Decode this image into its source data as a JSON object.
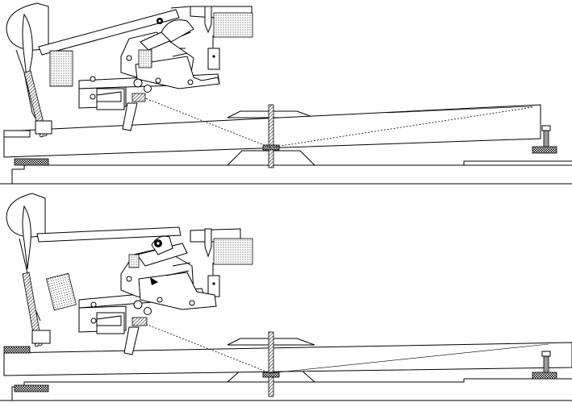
{
  "figure": {
    "subject": "piano-action",
    "panel_count": 2,
    "panels": [
      {
        "id": "upper",
        "state": "key-at-rest"
      },
      {
        "id": "lower",
        "state": "key-depressed"
      }
    ],
    "colors": {
      "line": "#000000",
      "fill": "#ffffff",
      "felt_stipple": "#000000",
      "metal_grey": "#9a9a9a"
    }
  }
}
